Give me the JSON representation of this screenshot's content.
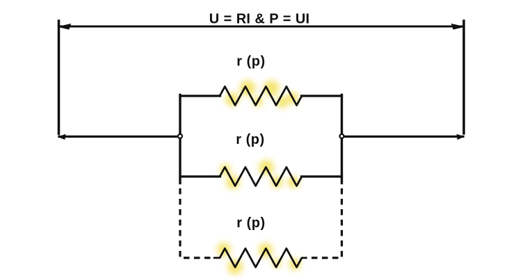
{
  "diagram": {
    "title": "U = RI & P = UI",
    "resistors": [
      {
        "label": "r (p)"
      },
      {
        "label": "r (p)"
      },
      {
        "label": "r (p)"
      }
    ],
    "colors": {
      "line": "#0f0f0f",
      "highlight": "#f3e262",
      "background": "#ffffff"
    }
  }
}
